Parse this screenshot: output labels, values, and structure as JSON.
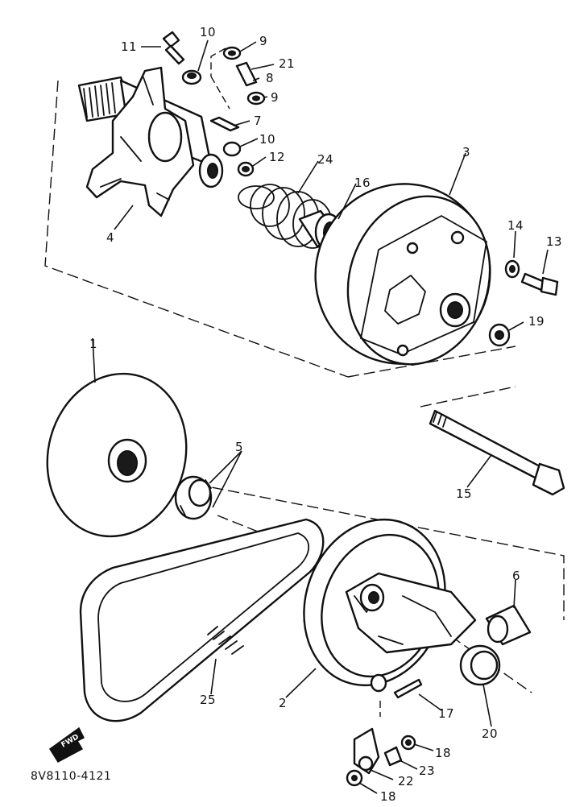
{
  "diagram": {
    "drawing_code": "8V8110-4121",
    "front_arrow_label": "FWD",
    "callouts": {
      "c1": "1",
      "c2": "2",
      "c3": "3",
      "c4": "4",
      "c5": "5",
      "c6": "6",
      "c7": "7",
      "c8": "8",
      "c9a": "9",
      "c9b": "9",
      "c10a": "10",
      "c10b": "10",
      "c11": "11",
      "c12": "12",
      "c13": "13",
      "c14": "14",
      "c15": "15",
      "c16": "16",
      "c17": "17",
      "c18a": "18",
      "c18b": "18",
      "c19": "19",
      "c20": "20",
      "c21": "21",
      "c22": "22",
      "c23": "23",
      "c24": "24",
      "c25": "25"
    }
  }
}
